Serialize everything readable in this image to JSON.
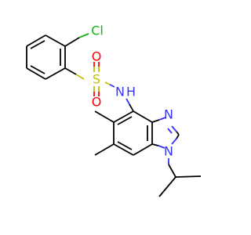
{
  "atoms": {
    "chlorine": "Cl",
    "sulfur": "S",
    "oxygen_top": "O",
    "oxygen_bottom": "O",
    "amine_nitrogen": "N",
    "amine_hydrogen": "H",
    "imidazole_nitrogen_top": "N",
    "imidazole_nitrogen_bottom": "N"
  },
  "colors": {
    "bond": "#000000",
    "chlorine": "#17b117",
    "oxygen": "#ff0000",
    "sulfur": "#bfbf00",
    "nitrogen": "#3333ff",
    "background": "#ffffff"
  }
}
